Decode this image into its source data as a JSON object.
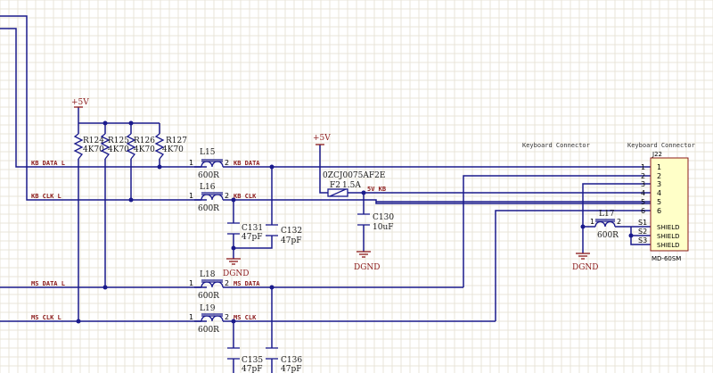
{
  "nets": {
    "kb_data_l": "KB DATA L",
    "kb_clk_l": "KB CLK L",
    "ms_data_l": "MS DATA L",
    "ms_clk_l": "MS CLK L",
    "kb_data": "KB DATA",
    "kb_clk": "KB CLK",
    "ms_data": "MS DATA",
    "ms_clk": "MS CLK",
    "v5_kb": "5V KB"
  },
  "power": {
    "p5v_a": "+5V",
    "p5v_b": "+5V",
    "dgnd_a": "DGND",
    "dgnd_b": "DGND",
    "dgnd_c": "DGND"
  },
  "resistors": [
    {
      "ref": "R124",
      "value": "4K70"
    },
    {
      "ref": "R125",
      "value": "4K70"
    },
    {
      "ref": "R126",
      "value": "4K70"
    },
    {
      "ref": "R127",
      "value": "4K70"
    }
  ],
  "inductors": {
    "l15": {
      "ref": "L15",
      "value": "600R",
      "pin1": "1",
      "pin2": "2"
    },
    "l16": {
      "ref": "L16",
      "value": "600R",
      "pin1": "1",
      "pin2": "2"
    },
    "l17": {
      "ref": "L17",
      "value": "600R",
      "pin1": "1",
      "pin2": "2"
    },
    "l18": {
      "ref": "L18",
      "value": "600R",
      "pin1": "1",
      "pin2": "2"
    },
    "l19": {
      "ref": "L19",
      "value": "600R",
      "pin1": "1",
      "pin2": "2"
    }
  },
  "capacitors": {
    "c131": {
      "ref": "C131",
      "value": "47pF"
    },
    "c132": {
      "ref": "C132",
      "value": "47pF"
    },
    "c130": {
      "ref": "C130",
      "value": "10uF"
    },
    "c135": {
      "ref": "C135",
      "value": "47pF"
    },
    "c136": {
      "ref": "C136",
      "value": "47pF"
    }
  },
  "fuse": {
    "part": "0ZCJ0075AF2E",
    "ref": "F2",
    "value": "1.5A"
  },
  "connector": {
    "header_left": "Keyboard Connector",
    "header_right": "Keyboard Connector",
    "ref": "J22",
    "part": "MD-60SM",
    "pins": [
      {
        "outer": "1",
        "inner": "1"
      },
      {
        "outer": "2",
        "inner": "2"
      },
      {
        "outer": "3",
        "inner": "3"
      },
      {
        "outer": "4",
        "inner": "4"
      },
      {
        "outer": "5",
        "inner": "5"
      },
      {
        "outer": "6",
        "inner": "6"
      }
    ],
    "shields": [
      {
        "pin": "S1",
        "name": "SHIELD"
      },
      {
        "pin": "S2",
        "name": "SHIELD"
      },
      {
        "pin": "S3",
        "name": "SHIELD"
      }
    ]
  },
  "colors": {
    "wire": "#1a1a8c",
    "net_label": "#8b1a1a",
    "grid": "#e9e4d8"
  }
}
